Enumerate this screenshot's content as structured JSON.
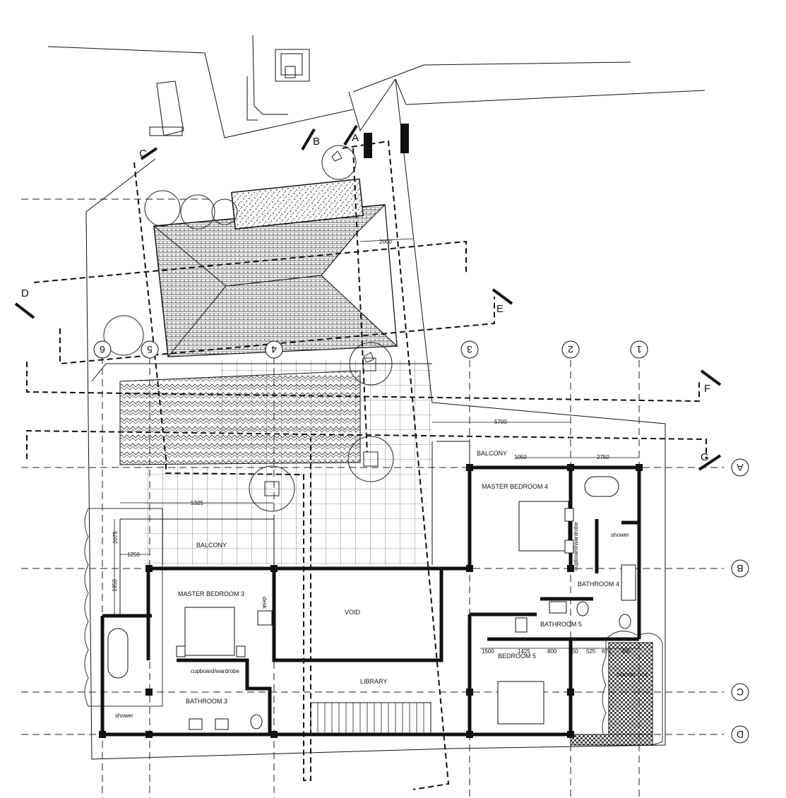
{
  "rooms": {
    "balcony_left": "BALCONY",
    "balcony_right": "BALCONY",
    "master_bedroom_3": "MASTER BEDROOM 3",
    "master_bedroom_4": "MASTER BEDROOM 4",
    "void": "VOID",
    "library": "LIBRARY",
    "bathroom_3": "BATHROOM 3",
    "bathroom_4": "BATHROOM 4",
    "bathroom_5": "BATHROOM 5",
    "bedroom_5": "BEDROOM 5",
    "planter_box": "planter box",
    "shower_left": "shower",
    "shower_right": "shower",
    "desk": "desk",
    "cupboard_left": "cupboard/wardrobe",
    "cupboard_right": "cupboard/wardrobe"
  },
  "dimensions": {
    "d2000": "2000",
    "d5700": "5700",
    "d1050": "1050",
    "d2750": "2750",
    "d5325": "5325",
    "d2075": "2075",
    "d1250": "1250",
    "d1950": "1950",
    "d1500": "1500",
    "d1425": "1425",
    "d800": "800",
    "d650": "650",
    "d525": "525",
    "d875": "875",
    "d900": "900"
  },
  "grid_axes": {
    "top": [
      "6",
      "5",
      "4",
      "3",
      "2",
      "1"
    ],
    "right": [
      "A",
      "B",
      "C",
      "D"
    ]
  },
  "section_marks": [
    "A",
    "B",
    "C",
    "D",
    "E",
    "F",
    "G"
  ]
}
